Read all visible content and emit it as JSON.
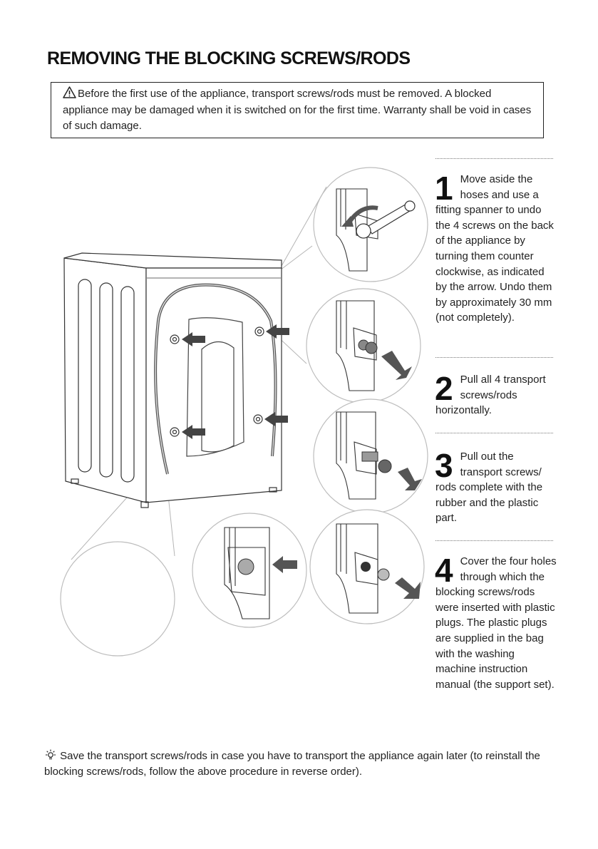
{
  "title": "REMOVING THE BLOCKING SCREWS/RODS",
  "warning": {
    "icon": "warning-triangle-icon",
    "text": "Before the first use of the appliance, transport screws/rods must be removed. A blocked appliance may be damaged when it is switched on for the first time. Warranty shall be void in cases of such damage."
  },
  "steps": [
    {
      "number": "1",
      "text": "Move aside the hoses and use a fitting spanner to undo the 4 screws on the back of the appliance by turning them counter clockwise, as indicated by the arrow. Undo them by approximately 30 mm (not completely)."
    },
    {
      "number": "2",
      "text": "Pull all 4 transport screws/rods horizontally."
    },
    {
      "number": "3",
      "text": "Pull out the transport screws/ rods complete with the rubber and the plastic part."
    },
    {
      "number": "4",
      "text": "Cover the four holes through which the blocking screws/rods were inserted with plastic plugs. The plastic plugs are supplied in the bag with the washing machine instruction manual (the support set)."
    }
  ],
  "tip": {
    "icon": "lightbulb-icon",
    "text": "Save the transport screws/rods in case you have to transport the appliance again later (to reinstall the blocking screws/rods, follow the above procedure in reverse order)."
  }
}
